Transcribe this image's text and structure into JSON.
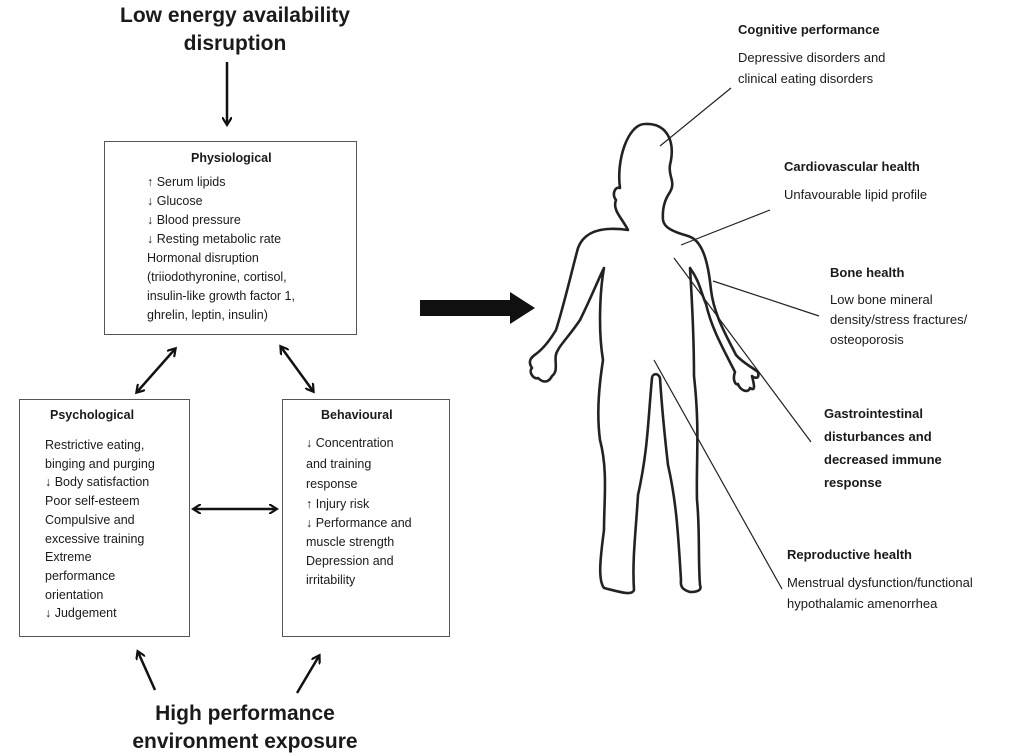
{
  "top_title": {
    "line1": "Low energy availability",
    "line2": "disruption"
  },
  "bottom_title": {
    "line1": "High performance",
    "line2": "environment exposure"
  },
  "boxes": {
    "physiological": {
      "title": "Physiological",
      "lines": [
        "↑ Serum lipids",
        "↓ Glucose",
        "↓ Blood pressure",
        "↓ Resting metabolic rate",
        "Hormonal disruption",
        "(triiodothyronine, cortisol,",
        "insulin-like growth factor 1,",
        "ghrelin, leptin, insulin)"
      ]
    },
    "psychological": {
      "title": "Psychological",
      "lines": [
        "Restrictive eating,",
        "binging and purging",
        "↓ Body satisfaction",
        "Poor self-esteem",
        "Compulsive and",
        "excessive training",
        "Extreme",
        "performance",
        "orientation",
        "↓ Judgement"
      ]
    },
    "behavioural": {
      "title": "Behavioural",
      "lines": [
        "↓ Concentration",
        "and training",
        "response",
        "↑ Injury risk",
        "↓ Performance and",
        "muscle strength",
        "Depression and",
        "irritability"
      ]
    }
  },
  "health_labels": [
    {
      "heading": "Cognitive performance",
      "text": [
        "Depressive disorders and",
        "clinical eating disorders"
      ]
    },
    {
      "heading": "Cardiovascular health",
      "text": [
        "Unfavourable lipid profile"
      ]
    },
    {
      "heading": "Bone health",
      "text": [
        "Low bone mineral",
        "density/stress fractures/",
        "osteoporosis"
      ]
    },
    {
      "heading": "Gastrointestinal disturbances and decreased immune response",
      "heading_lines": [
        "Gastrointestinal",
        "disturbances and",
        "decreased immune",
        "response"
      ],
      "text": []
    },
    {
      "heading": "Reproductive health",
      "text": [
        "Menstrual dysfunction/functional",
        "hypothalamic amenorrhea"
      ]
    }
  ],
  "colors": {
    "ink": "#1a1a1a",
    "box_border": "#555555",
    "arrow": "#111111"
  }
}
